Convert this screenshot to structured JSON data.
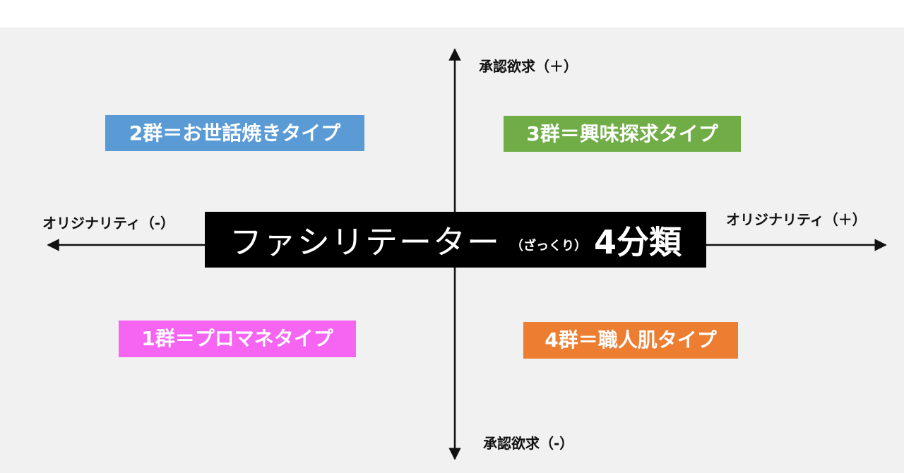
{
  "diagram": {
    "title": {
      "main": "ファシリテーター",
      "sub": "（ざっくり）",
      "suffix": "4分類"
    },
    "axes": {
      "top": "承認欲求（＋）",
      "bottom": "承認欲求（-）",
      "left": "オリジナリティ（-）",
      "right": "オリジナリティ（＋）"
    },
    "quadrants": {
      "top_left": {
        "label": "2群＝お世話焼きタイプ",
        "color": "#5b9bd5"
      },
      "top_right": {
        "label": "3群＝興味探求タイプ",
        "color": "#70ad47"
      },
      "bottom_left": {
        "label": "1群＝プロマネタイプ",
        "color": "#f664f2"
      },
      "bottom_right": {
        "label": "4群＝職人肌タイプ",
        "color": "#ed7d31"
      }
    },
    "colors": {
      "background": "#f1f1f1",
      "axis": "#111111",
      "title_bg": "#000000"
    }
  }
}
